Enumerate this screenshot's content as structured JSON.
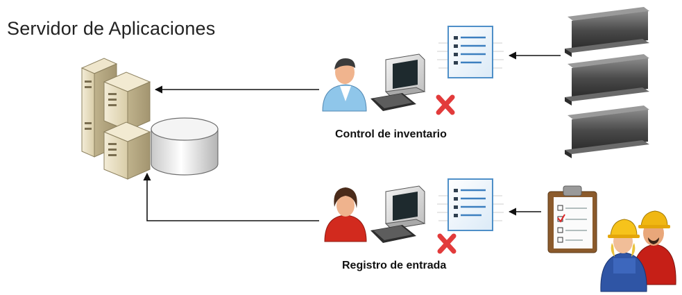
{
  "diagram": {
    "title": "Servidor de Aplicaciones",
    "flows": [
      {
        "id": "inventario",
        "label": "Control de inventario",
        "source": "Vigas de acero"
      },
      {
        "id": "entrada",
        "label": "Registro de entrada",
        "source": "Personal con registro en portapapeles"
      }
    ]
  }
}
